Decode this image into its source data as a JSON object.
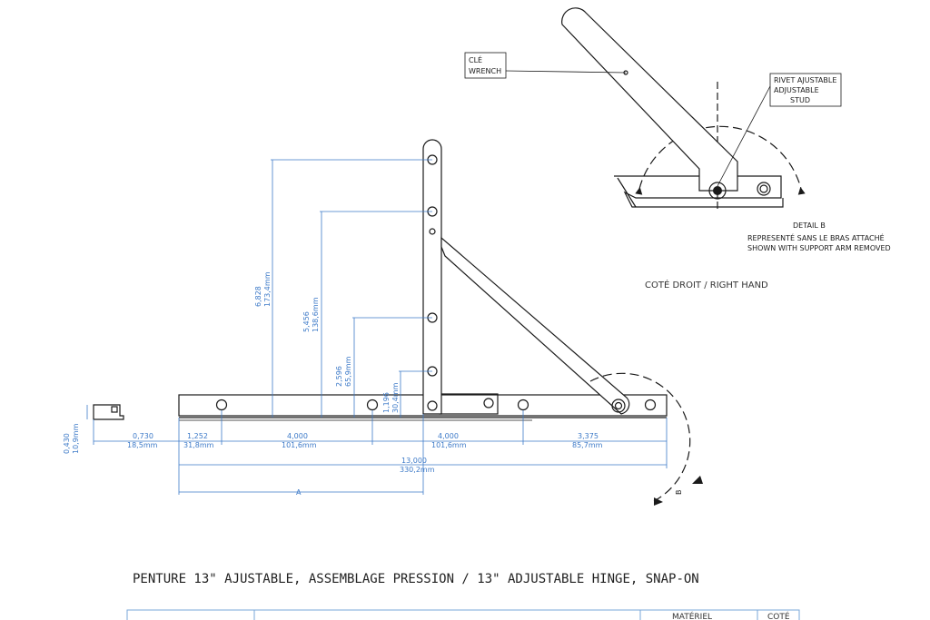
{
  "title": "PENTURE 13\" AJUSTABLE, ASSEMBLAGE PRESSION / 13\" ADJUSTABLE HINGE, SNAP-ON",
  "hand_label": "COTÉ DROIT / RIGHT HAND",
  "callout_label": "B",
  "detail_b": {
    "wrench_label_fr": "CLÉ",
    "wrench_label_en": "WRENCH",
    "stud_label_1": "RIVET AJUSTABLE",
    "stud_label_2": "ADJUSTABLE",
    "stud_label_3": "STUD",
    "caption_title": "DETAIL B",
    "caption_fr": "REPRESENTÉ SANS LE BRAS ATTACHÉ",
    "caption_en": "SHOWN WITH SUPPORT ARM REMOVED"
  },
  "dims": {
    "v1_in": "6,828",
    "v1_mm": "173,4mm",
    "v2_in": "5,456",
    "v2_mm": "138,6mm",
    "v3_in": "2,596",
    "v3_mm": "65,9mm",
    "v4_in": "1,196",
    "v4_mm": "30,4mm",
    "end_h_in": "0,430",
    "end_h_mm": "10,9mm",
    "gap_in": "0,730",
    "gap_mm": "18,5mm",
    "h1_in": "1,252",
    "h1_mm": "31,8mm",
    "h2_in": "4,000",
    "h2_mm": "101,6mm",
    "h3_in": "4,000",
    "h3_mm": "101,6mm",
    "h4_in": "3,375",
    "h4_mm": "85,7mm",
    "total_in": "13,000",
    "total_mm": "330,2mm",
    "a_label": "A"
  },
  "table": {
    "headers": [
      "MATÉRIEL",
      "COTÉ"
    ]
  }
}
